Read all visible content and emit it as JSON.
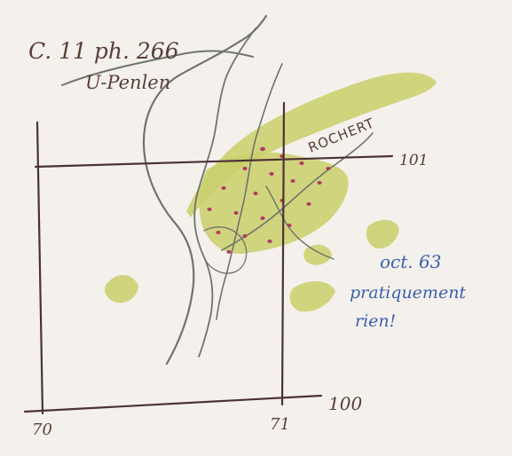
{
  "map": {
    "header": {
      "reference": "C. 11 ph. 266",
      "place": "U-Penlen"
    },
    "feature_label": "ROCHERT",
    "grid_labels": {
      "y_upper": "101",
      "y_lower": "100",
      "x_left": "70",
      "x_right": "71"
    },
    "note": {
      "line1": "oct. 63",
      "line2": "pratiquement",
      "line3": "rien!"
    },
    "colors": {
      "paper": "#f4f1ec",
      "grid_ink": "#4d3138",
      "pencil": "#6f746d",
      "ochre_wash": "#c9cf6a",
      "dot_marks": "#b13a63",
      "note_ink": "#3b5fb0"
    }
  }
}
